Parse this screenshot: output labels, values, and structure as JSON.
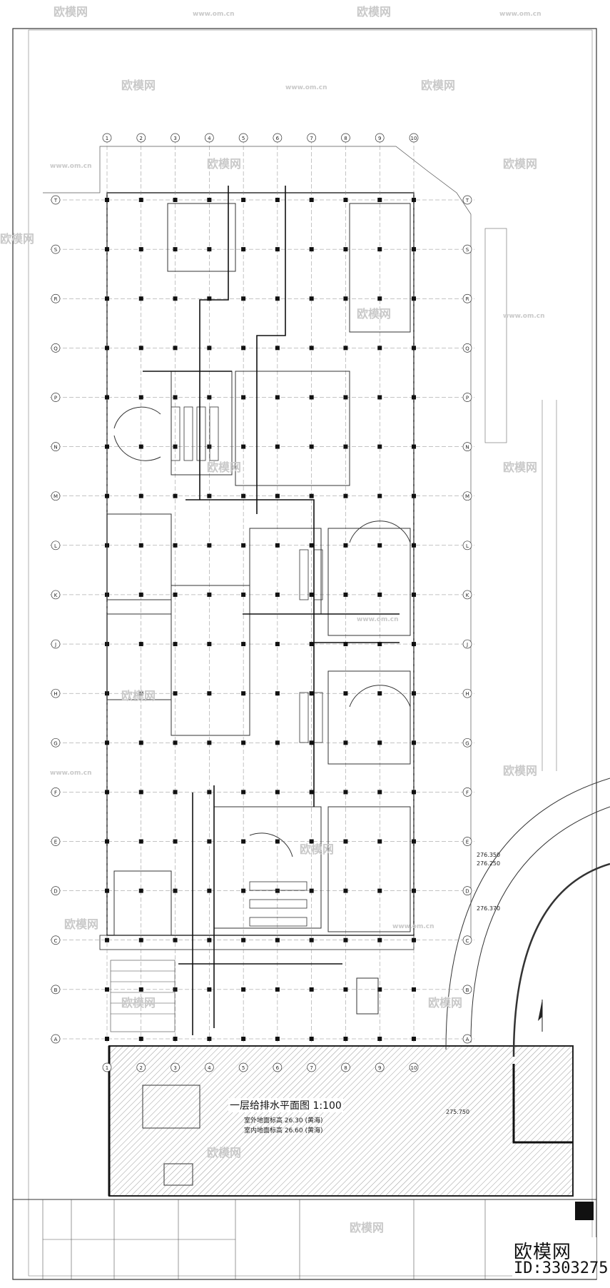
{
  "drawing": {
    "title": "一层给排水平面图 1:100",
    "note_1": "室外地面标高 26.30 (黄海)",
    "note_2": "室内地面标高 26.60 (黄海)",
    "level_marks": [
      "276.350",
      "276.250",
      "275.750",
      "276.370"
    ]
  },
  "watermark": {
    "brand": "欧模网",
    "site": "www.om.cn",
    "id": "ID:3303275"
  },
  "axes": {
    "columns": [
      "1",
      "2",
      "3",
      "4",
      "5",
      "6",
      "7",
      "8",
      "9",
      "10"
    ],
    "rows": [
      "A",
      "B",
      "C",
      "D",
      "E",
      "F",
      "G",
      "H",
      "J",
      "K",
      "L",
      "M",
      "N",
      "P",
      "Q",
      "R",
      "S",
      "T"
    ]
  },
  "colors": {
    "line": "#2a2a2a",
    "hatch": "#9a9a9a",
    "watermark": "#c9c9c9"
  }
}
